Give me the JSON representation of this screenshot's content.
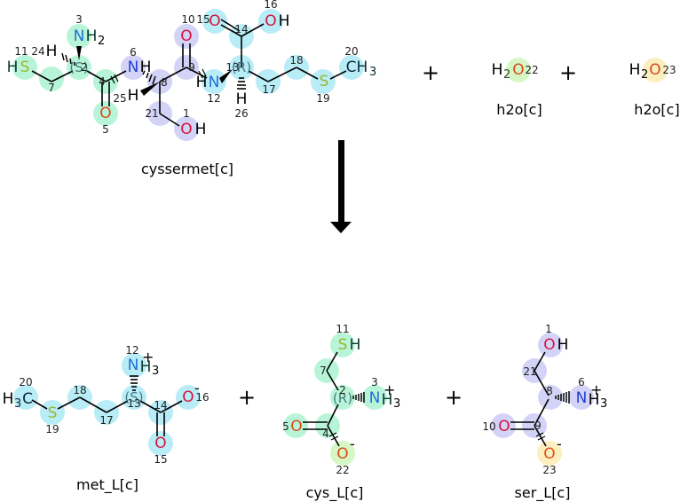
{
  "colors": {
    "cys_group": "#b8f5d8",
    "ser_group": "#d3d3f7",
    "met_group": "#b8ecf7",
    "water1": "#d6f7c4",
    "water2": "#fbefc0",
    "O": "#d6143c",
    "O_alt": "#d94a1a",
    "N": "#1f6fd6",
    "S": "#9ab82a",
    "H_dark": "#0a3a2a",
    "C": "#0a2a3a"
  },
  "reactants": [
    {
      "id": "cyssermet",
      "label": "cyssermet[c]",
      "atoms": {
        "s11": {
          "text": "S",
          "prefix": "H",
          "index": "11"
        },
        "c7": {
          "index": "7"
        },
        "c2": {
          "index": "2",
          "stereo": "(S)"
        },
        "n3": {
          "text": "N",
          "suffix": "H",
          "sub": "2",
          "index": "3"
        },
        "h24": {
          "text": "H",
          "index": "24"
        },
        "c4": {
          "index": "4"
        },
        "o5": {
          "text": "O",
          "index": "5"
        },
        "h25": {
          "text": "H",
          "index": "25"
        },
        "n6": {
          "text": "N",
          "suffix": "H",
          "index": "6"
        },
        "c8": {
          "index": "8"
        },
        "c21": {
          "index": "21"
        },
        "o1": {
          "text": "O",
          "suffix": "H",
          "index": "1"
        },
        "c9": {
          "index": "9"
        },
        "o10": {
          "text": "O",
          "index": "10"
        },
        "n12": {
          "text": "N",
          "prefix": "H",
          "index": "12"
        },
        "c13": {
          "index": "13",
          "stereo": "(R)"
        },
        "h26": {
          "text": "H",
          "index": "26"
        },
        "c14": {
          "index": "14"
        },
        "o15": {
          "text": "O",
          "index": "15"
        },
        "o16": {
          "text": "O",
          "suffix": "H",
          "index": "16"
        },
        "c17": {
          "index": "17"
        },
        "c18": {
          "index": "18"
        },
        "s19": {
          "text": "S",
          "index": "19"
        },
        "c20": {
          "text": "CH",
          "sub": "3",
          "index": "20"
        }
      }
    },
    {
      "id": "h2o_1",
      "label": "h2o[c]",
      "formula_prefix": "H",
      "formula_sub": "2",
      "formula_atom": "O",
      "index": "22"
    },
    {
      "id": "h2o_2",
      "label": "h2o[c]",
      "formula_prefix": "H",
      "formula_sub": "2",
      "formula_atom": "O",
      "index": "23"
    }
  ],
  "products": [
    {
      "id": "met_L",
      "label": "met_L[c]",
      "atoms": {
        "c20": {
          "text": "C",
          "prefix": "H",
          "sub": "3",
          "index": "20"
        },
        "s19": {
          "text": "S",
          "index": "19"
        },
        "c18": {
          "index": "18"
        },
        "c17": {
          "index": "17"
        },
        "c13": {
          "index": "13",
          "stereo": "(S)"
        },
        "n12": {
          "text": "N",
          "suffix": "H",
          "sub": "3",
          "charge": "+",
          "index": "12"
        },
        "c14": {
          "index": "14"
        },
        "o16": {
          "text": "O",
          "charge": "-",
          "index": "16"
        },
        "o15": {
          "text": "O",
          "index": "15"
        }
      }
    },
    {
      "id": "cys_L",
      "label": "cys_L[c]",
      "atoms": {
        "s11": {
          "text": "S",
          "suffix": "H",
          "index": "11"
        },
        "c7": {
          "index": "7"
        },
        "c2": {
          "index": "2",
          "stereo": "(R)"
        },
        "n3": {
          "text": "N",
          "suffix": "H",
          "sub": "3",
          "charge": "+",
          "index": "3"
        },
        "c4": {
          "index": "4"
        },
        "o5": {
          "text": "O",
          "index": "5"
        },
        "o22": {
          "text": "O",
          "charge": "-",
          "index": "22"
        }
      }
    },
    {
      "id": "ser_L",
      "label": "ser_L[c]",
      "atoms": {
        "o1": {
          "text": "O",
          "suffix": "H",
          "index": "1"
        },
        "c21": {
          "index": "21"
        },
        "c8": {
          "index": "8"
        },
        "n6": {
          "text": "N",
          "suffix": "H",
          "sub": "3",
          "charge": "+",
          "index": "6"
        },
        "c9": {
          "index": "9"
        },
        "o10": {
          "text": "O",
          "index": "10"
        },
        "o23": {
          "text": "O",
          "charge": "-",
          "index": "23"
        }
      }
    }
  ],
  "operators": {
    "plus": "+",
    "arrow": "reaction-arrow-down"
  }
}
